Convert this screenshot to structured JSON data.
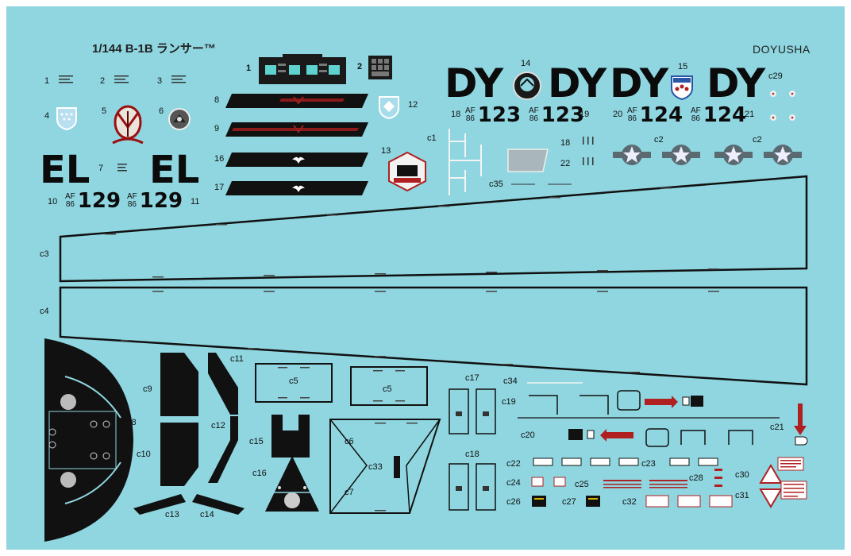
{
  "sheet": {
    "title": "1/144 B-1B ランサー™",
    "brand": "DOYUSHA",
    "background_color": "#8fd6e0"
  },
  "markings": {
    "el_code": "EL",
    "dy_code": "DY",
    "serials": {
      "af": "AF",
      "year": "86",
      "n129": "129",
      "n123": "123",
      "n124": "124"
    }
  },
  "numbers": [
    "1",
    "2",
    "3",
    "4",
    "5",
    "6",
    "7",
    "8",
    "9",
    "10",
    "11",
    "12",
    "13",
    "14",
    "15",
    "16",
    "17",
    "18",
    "19",
    "20",
    "21",
    "22"
  ],
  "stencils": [
    "c1",
    "c2",
    "c3",
    "c4",
    "c5",
    "c6",
    "c7",
    "c8",
    "c9",
    "c10",
    "c11",
    "c12",
    "c13",
    "c14",
    "c15",
    "c16",
    "c17",
    "c18",
    "c19",
    "c20",
    "c21",
    "c22",
    "c23",
    "c24",
    "c25",
    "c26",
    "c27",
    "c28",
    "c29",
    "c30",
    "c31",
    "c32",
    "c33",
    "c34",
    "c35"
  ],
  "icons": [
    "crest-icon",
    "bat-icon",
    "roundel-star-icon",
    "warning-triangle-icon",
    "arrow-icon"
  ]
}
